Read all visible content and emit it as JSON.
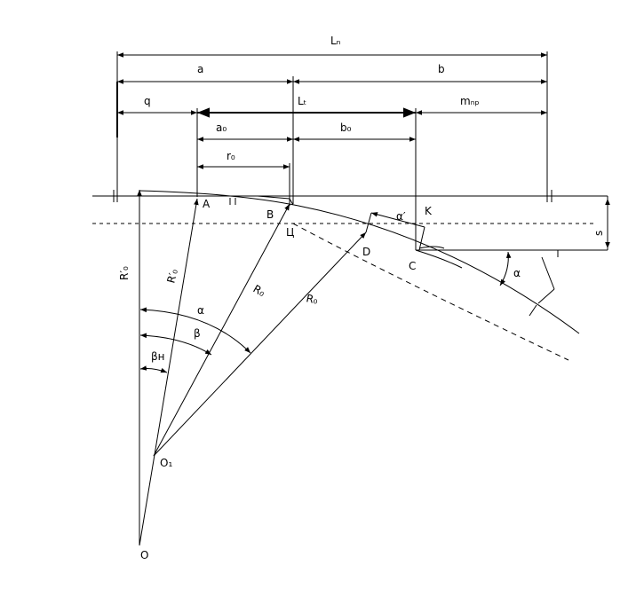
{
  "dimensions": {
    "total": "Lₙ",
    "a": "a",
    "b": "b",
    "q": "q",
    "lt": "Lₜ",
    "m": "mₙₚ",
    "a0": "a₀",
    "b0": "b₀",
    "r0": "r₀"
  },
  "points": {
    "A": "A",
    "B": "B",
    "C": "C",
    "D": "D",
    "K": "K",
    "L": "Ц",
    "O": "O",
    "O1": "O₁"
  },
  "radii": {
    "r0_prime_vertical": "R′₀",
    "r0_prime_oblique": "R′₀",
    "r0_a": "R₀",
    "r0_b": "R₀"
  },
  "angles": {
    "alpha": "α",
    "beta": "β",
    "beta_h": "βн",
    "alpha_right": "α",
    "alpha_prime": "α′"
  },
  "thickness": "s",
  "symbols": {
    "track_tick": "II"
  }
}
